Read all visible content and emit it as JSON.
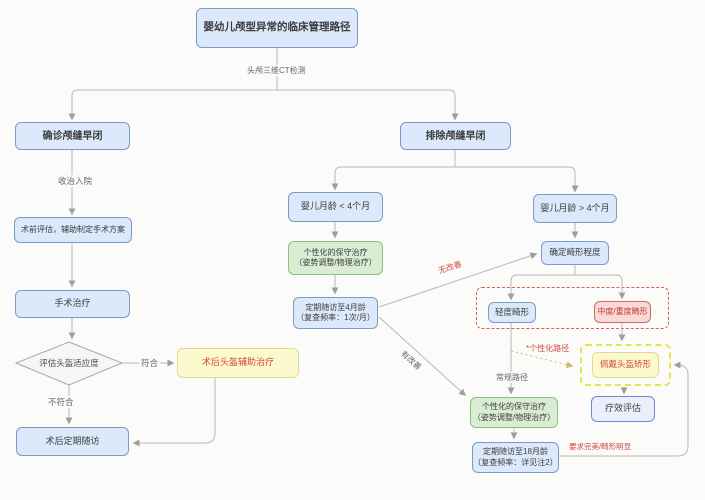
{
  "diagram": {
    "nodes": {
      "title": "婴幼儿颅型异常的临床管理路径",
      "confirm": "确诊颅缝早闭",
      "preop": "术前评估，辅助制定手术方案",
      "surgery": "手术治疗",
      "helmet_fit": "评估头盔适应度",
      "helmet_post": "术后头盔辅助治疗",
      "followup_post": "术后定期随访",
      "exclude": "排除颅缝早闭",
      "lt4m": "婴儿月龄 < 4个月",
      "gt4m": "婴儿月龄 > 4个月",
      "conserv_l1": "个性化的保守治疗",
      "conserv_l2": "（姿势调整/物理治疗）",
      "fu4m_l1": "定期随访至4月龄",
      "fu4m_l2": "（复查频率：1次/月）",
      "severity": "确定畸形程度",
      "mild": "轻度畸形",
      "modsev": "中度/重度畸形",
      "helmet_wear": "佩戴头盔矫形",
      "efficacy": "疗效评估",
      "fu18m_l1": "定期随访至18月龄",
      "fu18m_l2": "（复查频率：详见注2）"
    },
    "edge_labels": {
      "ct": "头颅三维CT检测",
      "admit": "收治入院",
      "meet": "符合",
      "not_meet": "不符合",
      "no_improve": "无改善",
      "improve": "有改善",
      "regular_path": "常规路径",
      "personalized_path": "*个性化路径",
      "perfect": "要求完美/畸形明显"
    },
    "colors": {
      "node_blue_fill": "#dbe9fb",
      "node_blue_border": "#7a9bc8",
      "node_green_fill": "#d9ecd4",
      "node_green_border": "#8fbf7f",
      "node_yellow_fill": "#fdf9cf",
      "node_pink_fill": "#f9d9d6",
      "node_lavender_fill": "#eceefb",
      "dashed_red_border": "#e05b52",
      "dashed_yellow_border": "#e8e154",
      "line_gray": "#b8b8b8",
      "label_red": "#cf4a41",
      "text_red": "#d2483d"
    }
  }
}
